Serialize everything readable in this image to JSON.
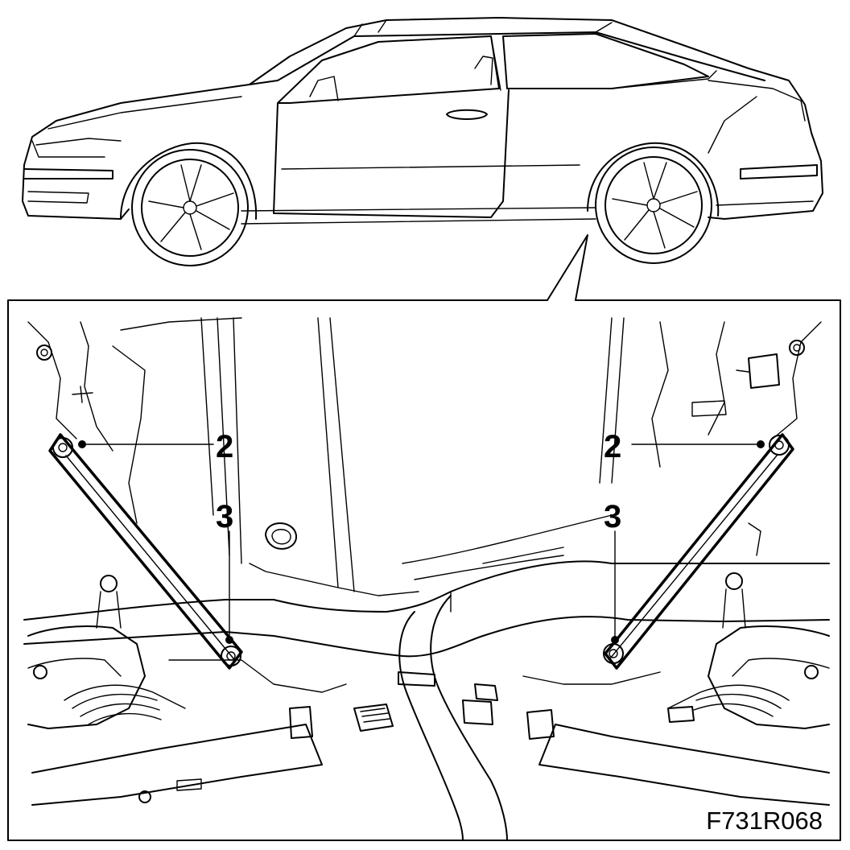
{
  "figure_code": "F731R068",
  "callouts": [
    {
      "id": "left-2",
      "label": "2"
    },
    {
      "id": "left-3",
      "label": "3"
    },
    {
      "id": "right-2",
      "label": "2"
    },
    {
      "id": "right-3",
      "label": "3"
    }
  ],
  "colors": {
    "ink": "#000000",
    "paper": "#ffffff"
  }
}
